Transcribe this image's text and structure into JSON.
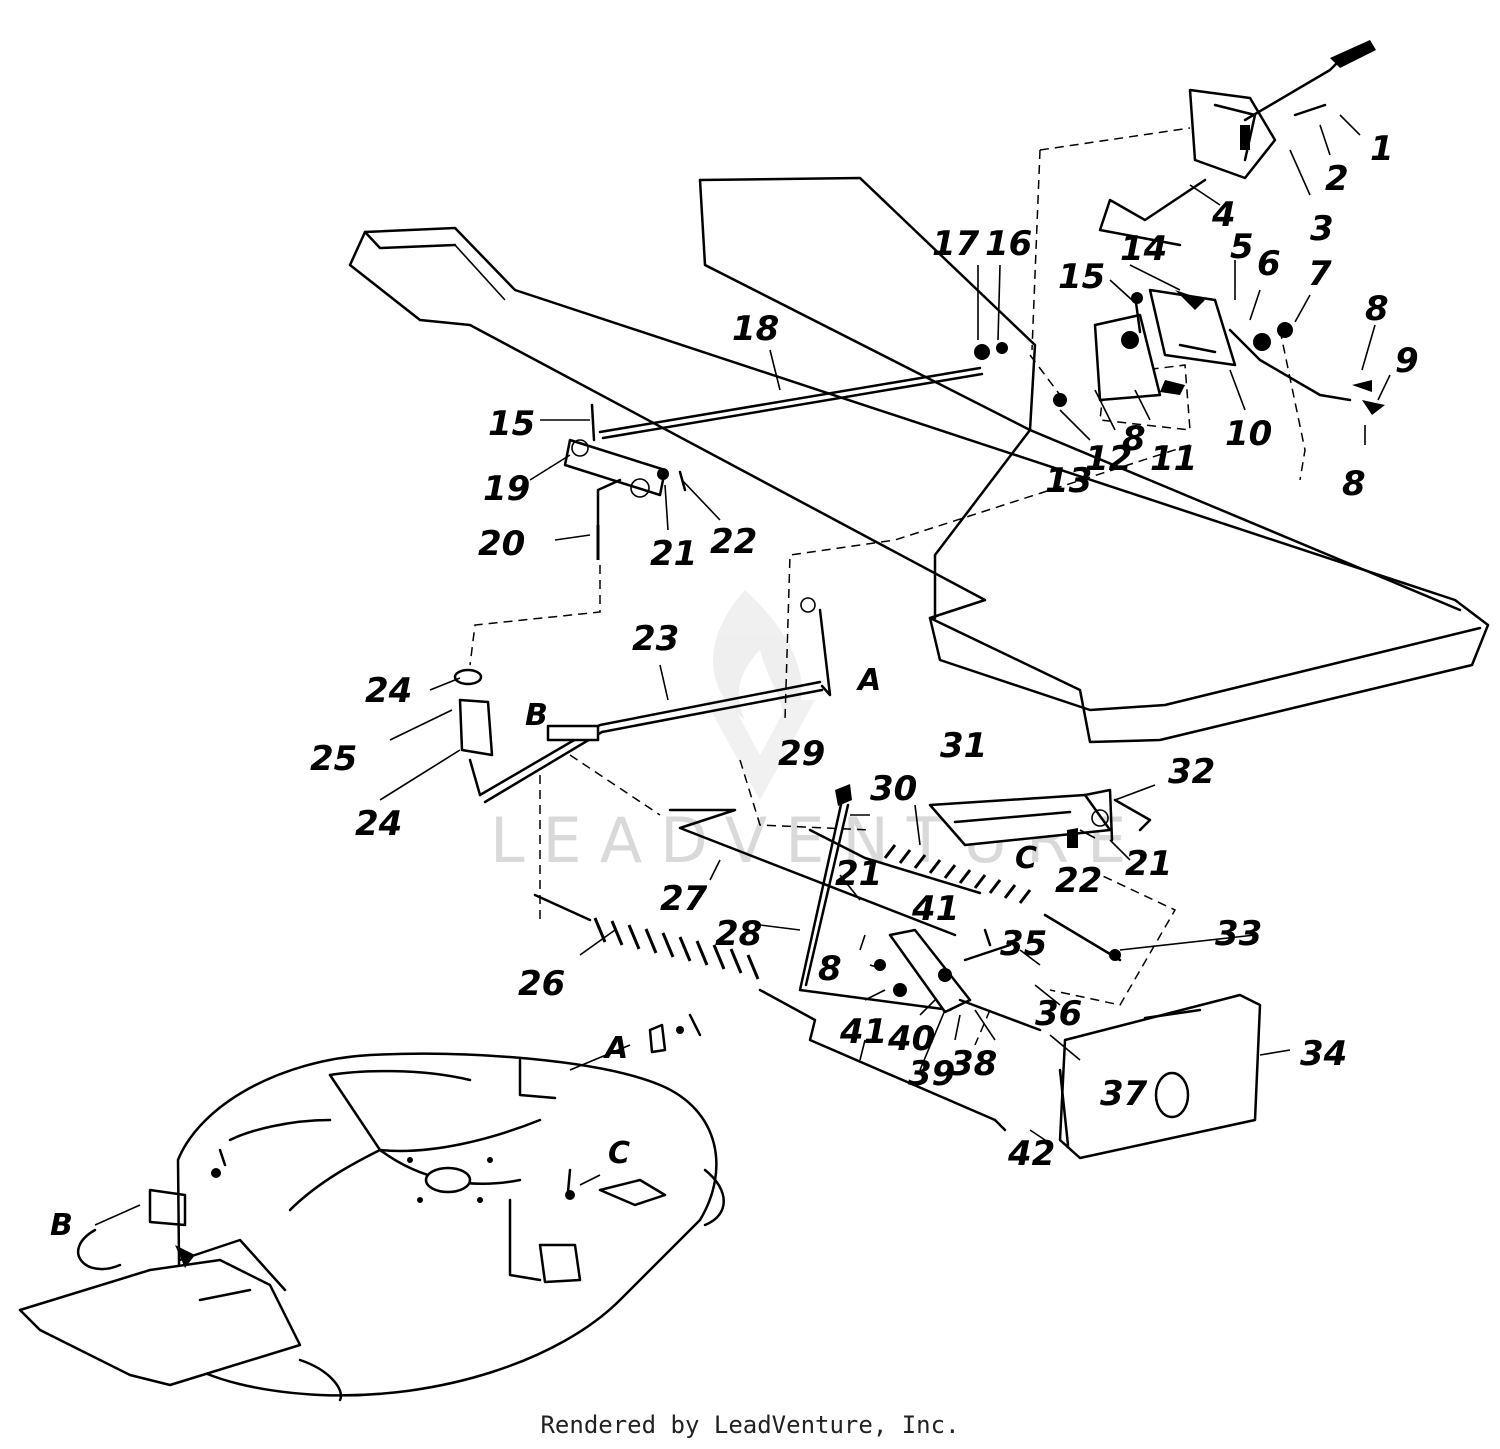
{
  "diagram": {
    "part_callouts": [
      "1",
      "2",
      "3",
      "4",
      "5",
      "6",
      "7",
      "8",
      "9",
      "10",
      "11",
      "12",
      "13",
      "14",
      "15",
      "16",
      "17",
      "18",
      "19",
      "20",
      "21",
      "22",
      "23",
      "24",
      "25",
      "26",
      "27",
      "28",
      "29",
      "30",
      "31",
      "32",
      "33",
      "34",
      "35",
      "36",
      "37",
      "38",
      "39",
      "40",
      "41",
      "42"
    ],
    "connection_letters": [
      "A",
      "B",
      "C"
    ],
    "watermark": {
      "text": "LEADVENTURE",
      "logo": "flame-logo-icon",
      "color": "#d9d9d9"
    }
  },
  "footer": {
    "credit": "Rendered by LeadVenture, Inc."
  }
}
